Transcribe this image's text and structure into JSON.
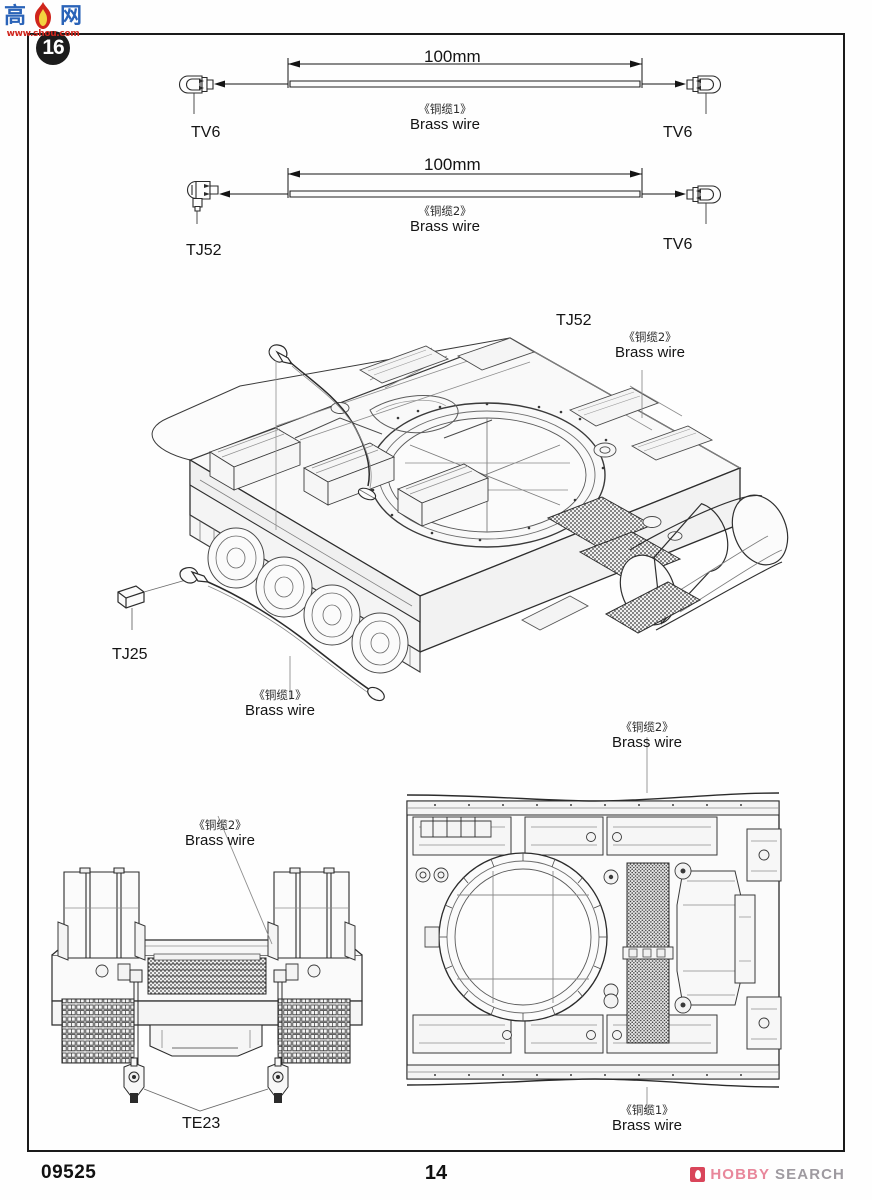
{
  "document": {
    "kit_number": "09525",
    "page_number": "14",
    "step_number": "16"
  },
  "watermarks": {
    "gaoshou": {
      "char_left": "高",
      "char_right": "网",
      "domain": "www.shou.com",
      "color_cjk": "#2a63b8",
      "color_domain": "#d0251c"
    },
    "hobbysearch": {
      "hobby": "HOBBY",
      "search": "SEARCH",
      "hobby_color": "#e8879b",
      "search_color": "#9e9aa0",
      "mark_color": "#d9455a"
    }
  },
  "wire_diagrams": [
    {
      "id": "wire-1",
      "dimension": "100mm",
      "material_cn": "《铜缆1》",
      "material_en": "Brass wire",
      "left_part": "TV6",
      "right_part": "TV6"
    },
    {
      "id": "wire-2",
      "dimension": "100mm",
      "material_cn": "《铜缆2》",
      "material_en": "Brass wire",
      "left_part": "TJ52",
      "right_part": "TV6"
    }
  ],
  "main_view": {
    "title": "tank-hull-isometric-view",
    "callouts": [
      {
        "id": "callout-tj52",
        "part": "TJ52"
      },
      {
        "id": "callout-tj25",
        "part": "TJ25"
      }
    ],
    "wire_labels": [
      {
        "id": "main-wire-2-label",
        "cn": "《铜缆2》",
        "en": "Brass wire"
      },
      {
        "id": "main-wire-1-label",
        "cn": "《铜缆1》",
        "en": "Brass wire"
      }
    ]
  },
  "rear_view": {
    "title": "tank-rear-elevation-view",
    "wire_label": {
      "cn": "《铜缆2》",
      "en": "Brass wire"
    },
    "callout": {
      "id": "callout-te23",
      "part": "TE23"
    }
  },
  "top_view": {
    "title": "tank-hull-top-plan-view",
    "wire_label_top": {
      "cn": "《铜缆2》",
      "en": "Brass wire"
    },
    "wire_label_bottom": {
      "cn": "《铜缆1》",
      "en": "Brass wire"
    }
  },
  "colors": {
    "ink": "#141414",
    "line": "#2b2b2b",
    "light_line": "#8a8a8a",
    "fill": "#f7f7f7",
    "frame": "#1a1a1a"
  }
}
